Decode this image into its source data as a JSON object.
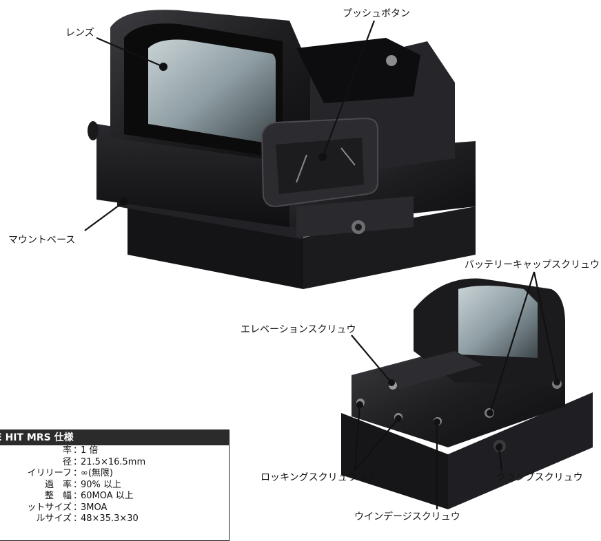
{
  "labels": {
    "lens": "レンズ",
    "push_button": "プッシュボタン",
    "mount_base": "マウントベース",
    "battery_cap_screw": "バッテリーキャップスクリュウ",
    "elevation_screw": "エレベーションスクリュウ",
    "locking_screw": "ロッキングスクリュウ ×2",
    "clamp_screw": "クランプスクリュウ",
    "windage_screw": "ウインデージスクリュウ"
  },
  "specs": {
    "title": "URE HIT MRS 仕様",
    "rows": [
      {
        "key": "率",
        "colon": "：",
        "value": "1 倍"
      },
      {
        "key": "径",
        "colon": "：",
        "value": "21.5×16.5mm"
      },
      {
        "key": "イリリーフ",
        "colon": "：",
        "value": "∞(無限)"
      },
      {
        "key": "過　率",
        "colon": "：",
        "value": "90% 以上"
      },
      {
        "key": "整　幅",
        "colon": "：",
        "value": "60MOA 以上"
      },
      {
        "key": "ットサイズ",
        "colon": "：",
        "value": "3MOA"
      },
      {
        "key": "ルサイズ",
        "colon": "：",
        "value": "48×35.3×30"
      }
    ]
  },
  "colors": {
    "body": "#1c1c1e",
    "body_highlight": "#3a3a3e",
    "lens_tint": "#8a9aa0",
    "leader_line": "#111111",
    "spec_header": "#2b2b2b"
  }
}
